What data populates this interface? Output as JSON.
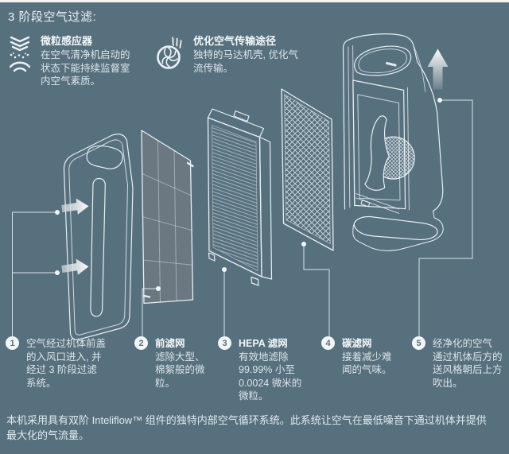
{
  "page": {
    "title": "3 阶段空气过滤:",
    "footnote": "本机采用具有双阶 Inteliflow™ 组件的独特内部空气循环系统。此系统让空气在最低噪音下通过机体并提供\n最大化的气流量。"
  },
  "features": [
    {
      "icon": "particle-sensor-icon",
      "title": "微粒感应器",
      "text": "在空气清净机启动的\n状态下能持续监督室\n内空气素质。"
    },
    {
      "icon": "air-flow-swirl-icon",
      "title": "优化空气传输途径",
      "text": "独特的马达机壳, 优化气\n流传输。"
    }
  ],
  "steps": [
    {
      "num": "1",
      "title": "",
      "text": "空气经过机体前盖\n的入风口进入, 并\n经过 3 阶段过滤\n系统。"
    },
    {
      "num": "2",
      "title": "前滤网",
      "text": "滤除大型、\n棉絮般的微\n粒。"
    },
    {
      "num": "3",
      "title": "HEPA 滤网",
      "text": "有效地滤除\n99.99% 小至\n0.0024 微米的\n微粒。"
    },
    {
      "num": "4",
      "title": "碳滤网",
      "text": "接着减少难\n闻的气味。"
    },
    {
      "num": "5",
      "title": "",
      "text": "经净化的空气\n通过机体后方的\n送风格朝后上方\n吹出。"
    }
  ],
  "diagram": {
    "components": [
      {
        "name": "front-cover",
        "step": "1"
      },
      {
        "name": "pre-filter",
        "step": "2"
      },
      {
        "name": "hepa-filter",
        "step": "3"
      },
      {
        "name": "carbon-filter",
        "step": "4"
      },
      {
        "name": "main-unit",
        "step": "5"
      }
    ],
    "colors": {
      "background": "#57707E",
      "line_art": "#E9EFF2",
      "panel_fill": "#6B7781",
      "text": "#DCE4E8",
      "marker_bg": "#F3F6F7",
      "marker_text": "#5A7280",
      "top_strip": "#F4F4F4"
    }
  }
}
